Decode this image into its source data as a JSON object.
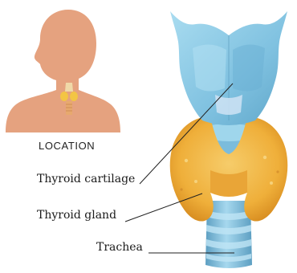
{
  "location_caption": "LOCATION",
  "labels": {
    "thyroid_cartilage": "Thyroid cartilage",
    "thyroid_gland": "Thyroid gland",
    "trachea": "Trachea"
  },
  "colors": {
    "silhouette": "#e5a27f",
    "cartilage": "#8ccbe6",
    "gland": "#f2b63f",
    "line": "#222222"
  }
}
